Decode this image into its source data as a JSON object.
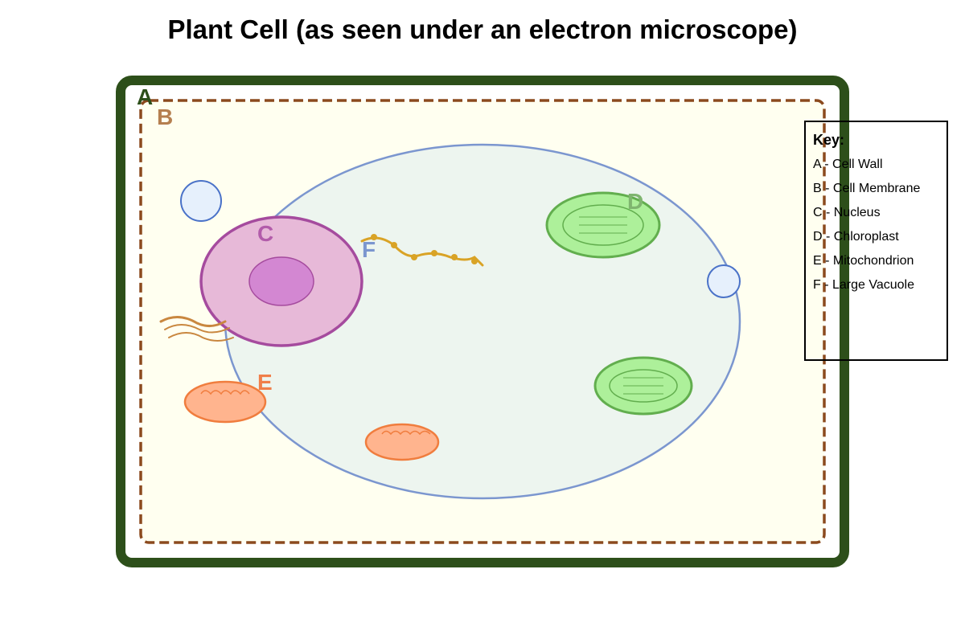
{
  "title": "Plant Cell (as seen under an electron microscope)",
  "labels": {
    "a": "A",
    "b": "B",
    "c": "C",
    "d": "D",
    "e": "E",
    "f": "F"
  },
  "key": {
    "title": "Key:",
    "items": [
      "A - Cell Wall",
      "B - Cell Membrane",
      "C - Nucleus",
      "D - Chloroplast",
      "E - Mitochondrion",
      "F - Large Vacuole"
    ]
  },
  "colors": {
    "cell_wall": "#2d4f1a",
    "cell_membrane": "#8b4a1e",
    "cytoplasm": "#fffff0",
    "vacuole_fill": "#edf5ef",
    "vacuole_stroke": "#7b96cf",
    "nucleus_fill": "#e7b9d8",
    "nucleus_stroke": "#a54b9e",
    "nucleolus": "#d387d2",
    "chloroplast_fill": "#adf09a",
    "chloroplast_stroke": "#62ae4e",
    "mitochondrion_fill": "#ffb48e",
    "mitochondrion_stroke": "#f07d3e",
    "small_vesicle_fill": "#e6f0fc",
    "small_vesicle_stroke": "#4a72c8",
    "ribosome_strand": "#d9a326",
    "er_strand": "#c9873f"
  }
}
